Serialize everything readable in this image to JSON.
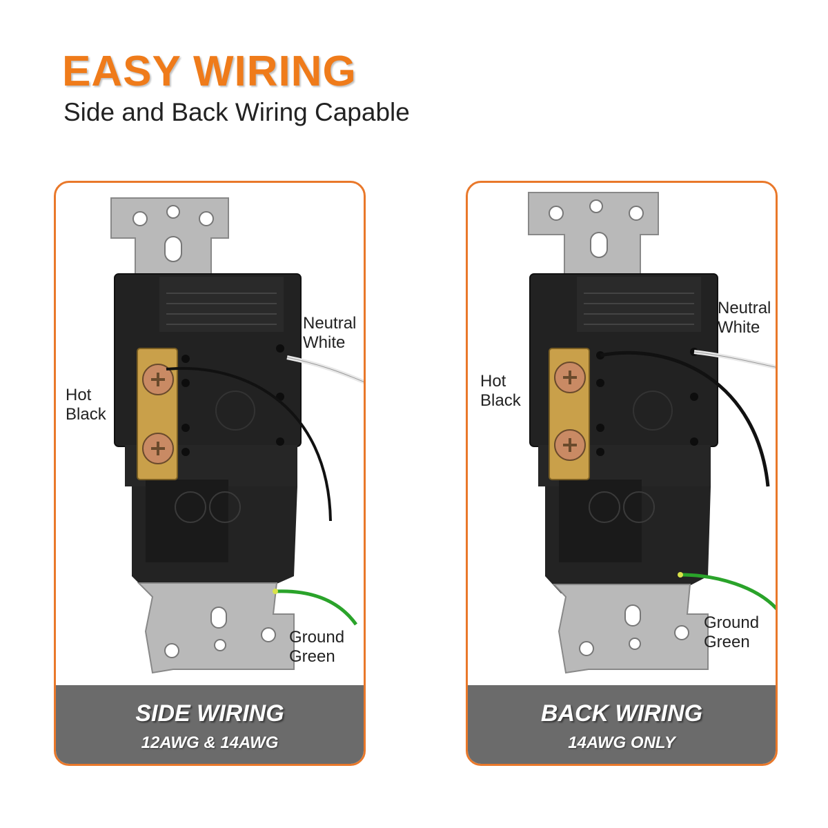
{
  "header": {
    "title": "EASY WIRING",
    "subtitle": "Side and Back Wiring Capable"
  },
  "panels": [
    {
      "footer_title": "SIDE WIRING",
      "footer_sub": "12AWG & 14AWG",
      "labels": {
        "neutral_1": "Neutral",
        "neutral_2": "White",
        "hot_1": "Hot",
        "hot_2": "Black",
        "ground_1": "Ground",
        "ground_2": "Green"
      }
    },
    {
      "footer_title": "BACK WIRING",
      "footer_sub": "14AWG ONLY",
      "labels": {
        "neutral_1": "Neutral",
        "neutral_2": "White",
        "hot_1": "Hot",
        "hot_2": "Black",
        "ground_1": "Ground",
        "ground_2": "Green"
      }
    }
  ],
  "colors": {
    "accent": "#ef7b1a",
    "panel_border": "#e9782a",
    "footer_bg": "#6b6b6b",
    "device_body": "#1e1e1e",
    "strap_metal": "#b9b9b9",
    "brass_terminal": "#c9a04a",
    "wire_hot": "#111111",
    "wire_neutral": "#f2f2f2",
    "wire_ground": "#2aa32a"
  },
  "icons": [
    "switch-device-illustration",
    "screw-terminal-icon"
  ]
}
